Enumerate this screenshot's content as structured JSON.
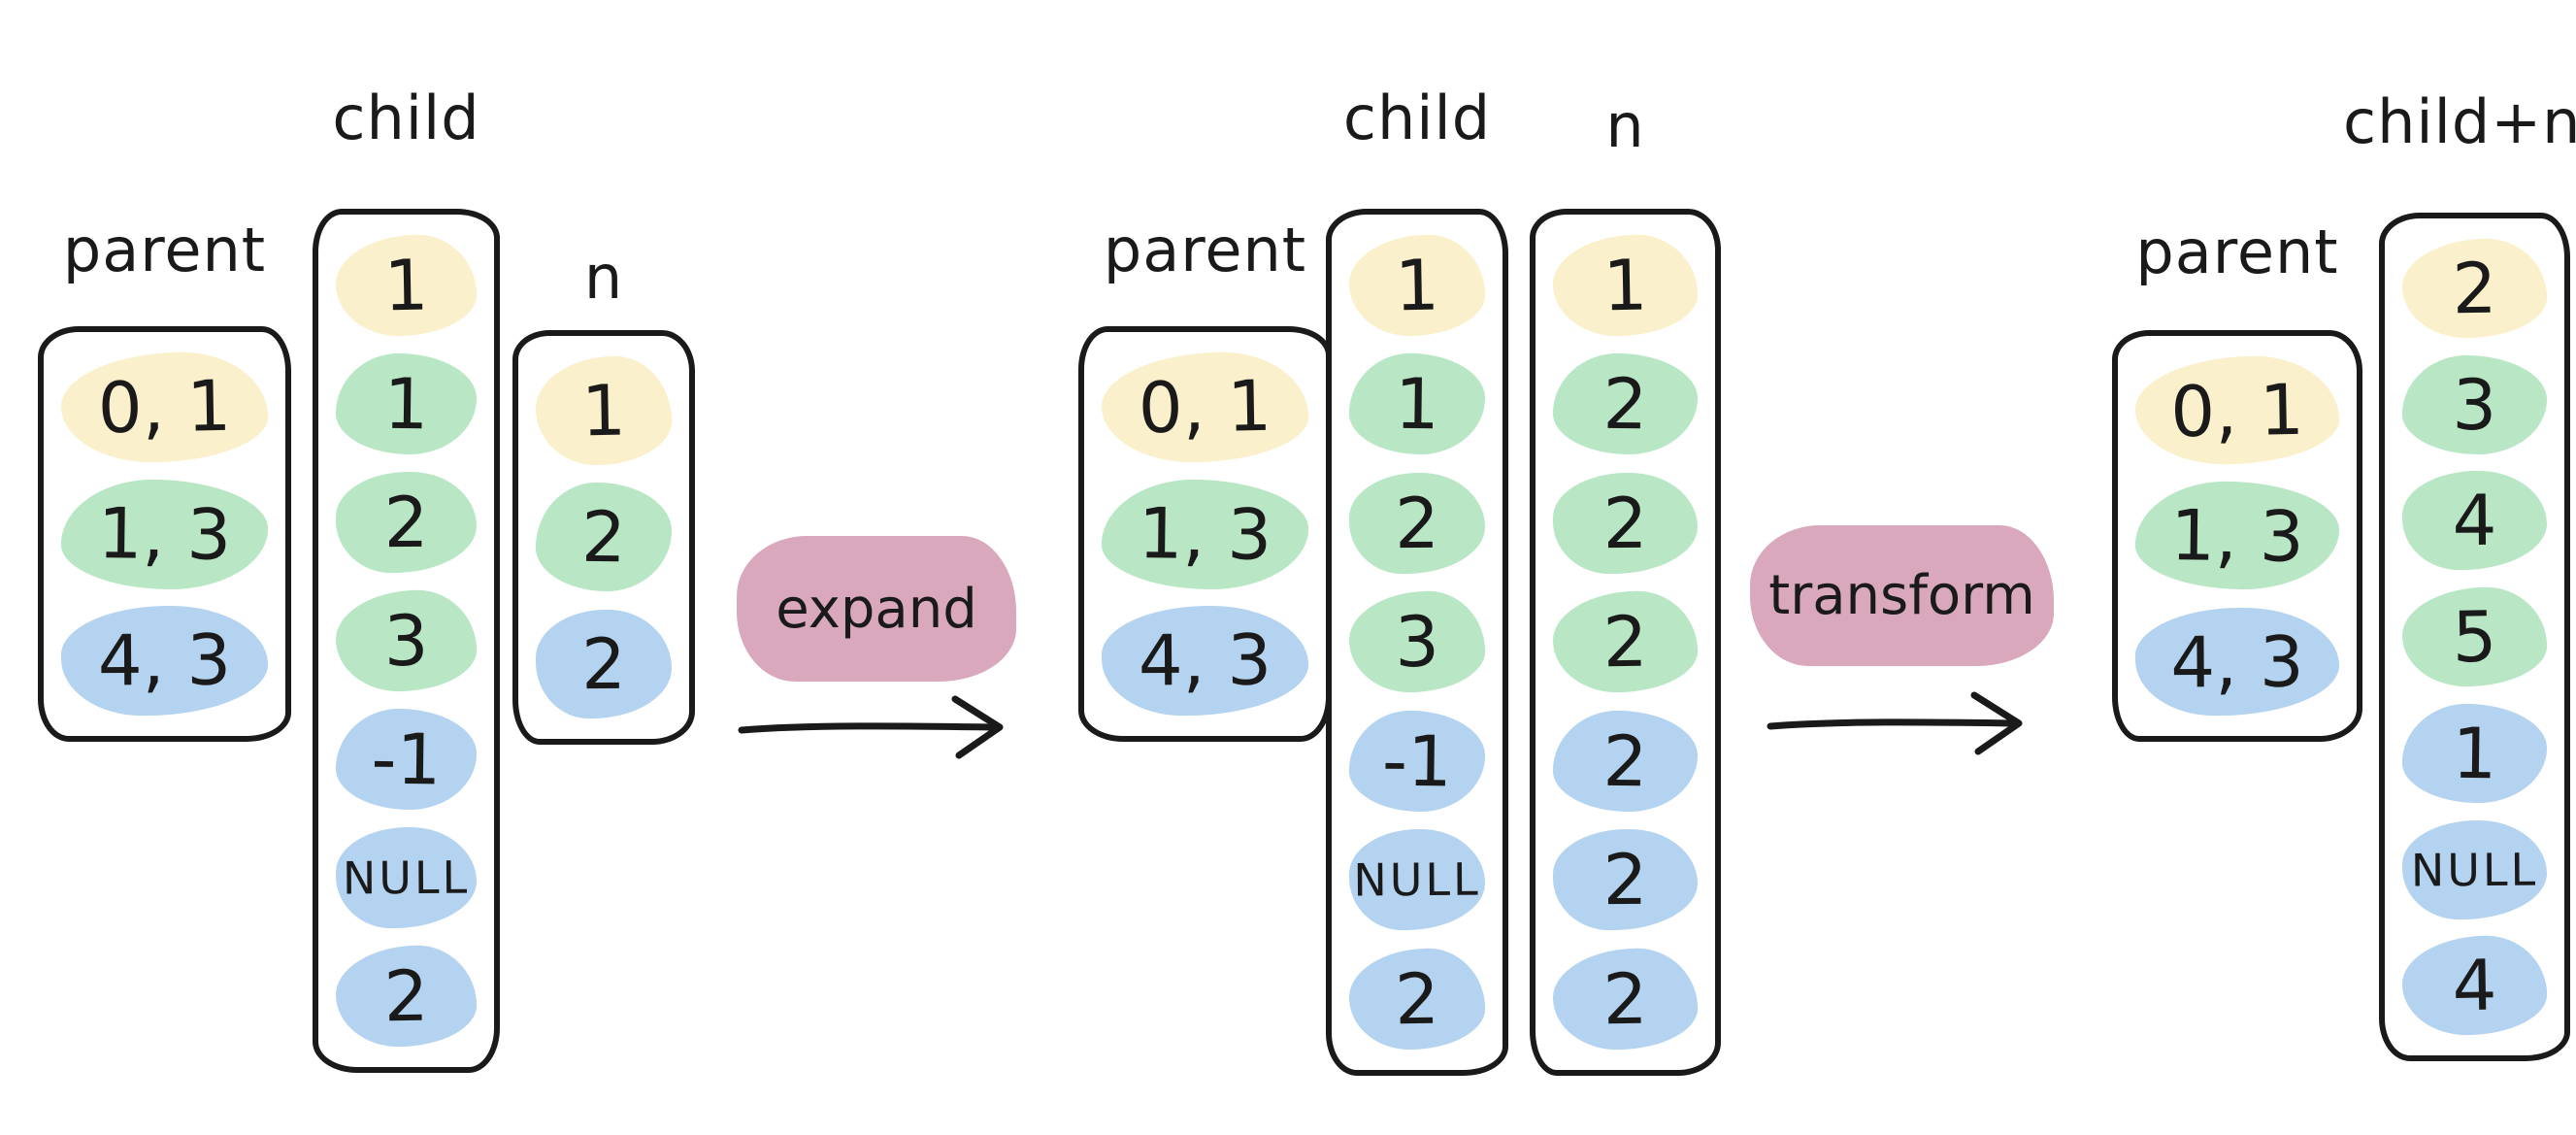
{
  "colors": {
    "yellow": "#faf0cb",
    "green": "#b9e7c6",
    "blue": "#b4d3f0",
    "pink": "#d9a8bd",
    "ink": "#1a1a1a"
  },
  "steps": {
    "expand": "expand",
    "transform": "transform"
  },
  "stages": {
    "before": {
      "parent": {
        "label": "parent",
        "cells": [
          {
            "text": "0, 1",
            "color": "yellow"
          },
          {
            "text": "1, 3",
            "color": "green"
          },
          {
            "text": "4, 3",
            "color": "blue"
          }
        ]
      },
      "child": {
        "label": "child",
        "cells": [
          {
            "text": "1",
            "color": "yellow"
          },
          {
            "text": "1",
            "color": "green"
          },
          {
            "text": "2",
            "color": "green"
          },
          {
            "text": "3",
            "color": "green"
          },
          {
            "text": "-1",
            "color": "blue"
          },
          {
            "text": "NULL",
            "color": "blue"
          },
          {
            "text": "2",
            "color": "blue"
          }
        ]
      },
      "n": {
        "label": "n",
        "cells": [
          {
            "text": "1",
            "color": "yellow"
          },
          {
            "text": "2",
            "color": "green"
          },
          {
            "text": "2",
            "color": "blue"
          }
        ]
      }
    },
    "expanded": {
      "parent": {
        "label": "parent",
        "cells": [
          {
            "text": "0, 1",
            "color": "yellow"
          },
          {
            "text": "1, 3",
            "color": "green"
          },
          {
            "text": "4, 3",
            "color": "blue"
          }
        ]
      },
      "child": {
        "label": "child",
        "cells": [
          {
            "text": "1",
            "color": "yellow"
          },
          {
            "text": "1",
            "color": "green"
          },
          {
            "text": "2",
            "color": "green"
          },
          {
            "text": "3",
            "color": "green"
          },
          {
            "text": "-1",
            "color": "blue"
          },
          {
            "text": "NULL",
            "color": "blue"
          },
          {
            "text": "2",
            "color": "blue"
          }
        ]
      },
      "n": {
        "label": "n",
        "cells": [
          {
            "text": "1",
            "color": "yellow"
          },
          {
            "text": "2",
            "color": "green"
          },
          {
            "text": "2",
            "color": "green"
          },
          {
            "text": "2",
            "color": "green"
          },
          {
            "text": "2",
            "color": "blue"
          },
          {
            "text": "2",
            "color": "blue"
          },
          {
            "text": "2",
            "color": "blue"
          }
        ]
      }
    },
    "after": {
      "parent": {
        "label": "parent",
        "cells": [
          {
            "text": "0, 1",
            "color": "yellow"
          },
          {
            "text": "1, 3",
            "color": "green"
          },
          {
            "text": "4, 3",
            "color": "blue"
          }
        ]
      },
      "child_plus_n": {
        "label": "child+n",
        "cells": [
          {
            "text": "2",
            "color": "yellow"
          },
          {
            "text": "3",
            "color": "green"
          },
          {
            "text": "4",
            "color": "green"
          },
          {
            "text": "5",
            "color": "green"
          },
          {
            "text": "1",
            "color": "blue"
          },
          {
            "text": "NULL",
            "color": "blue"
          },
          {
            "text": "4",
            "color": "blue"
          }
        ]
      }
    }
  }
}
